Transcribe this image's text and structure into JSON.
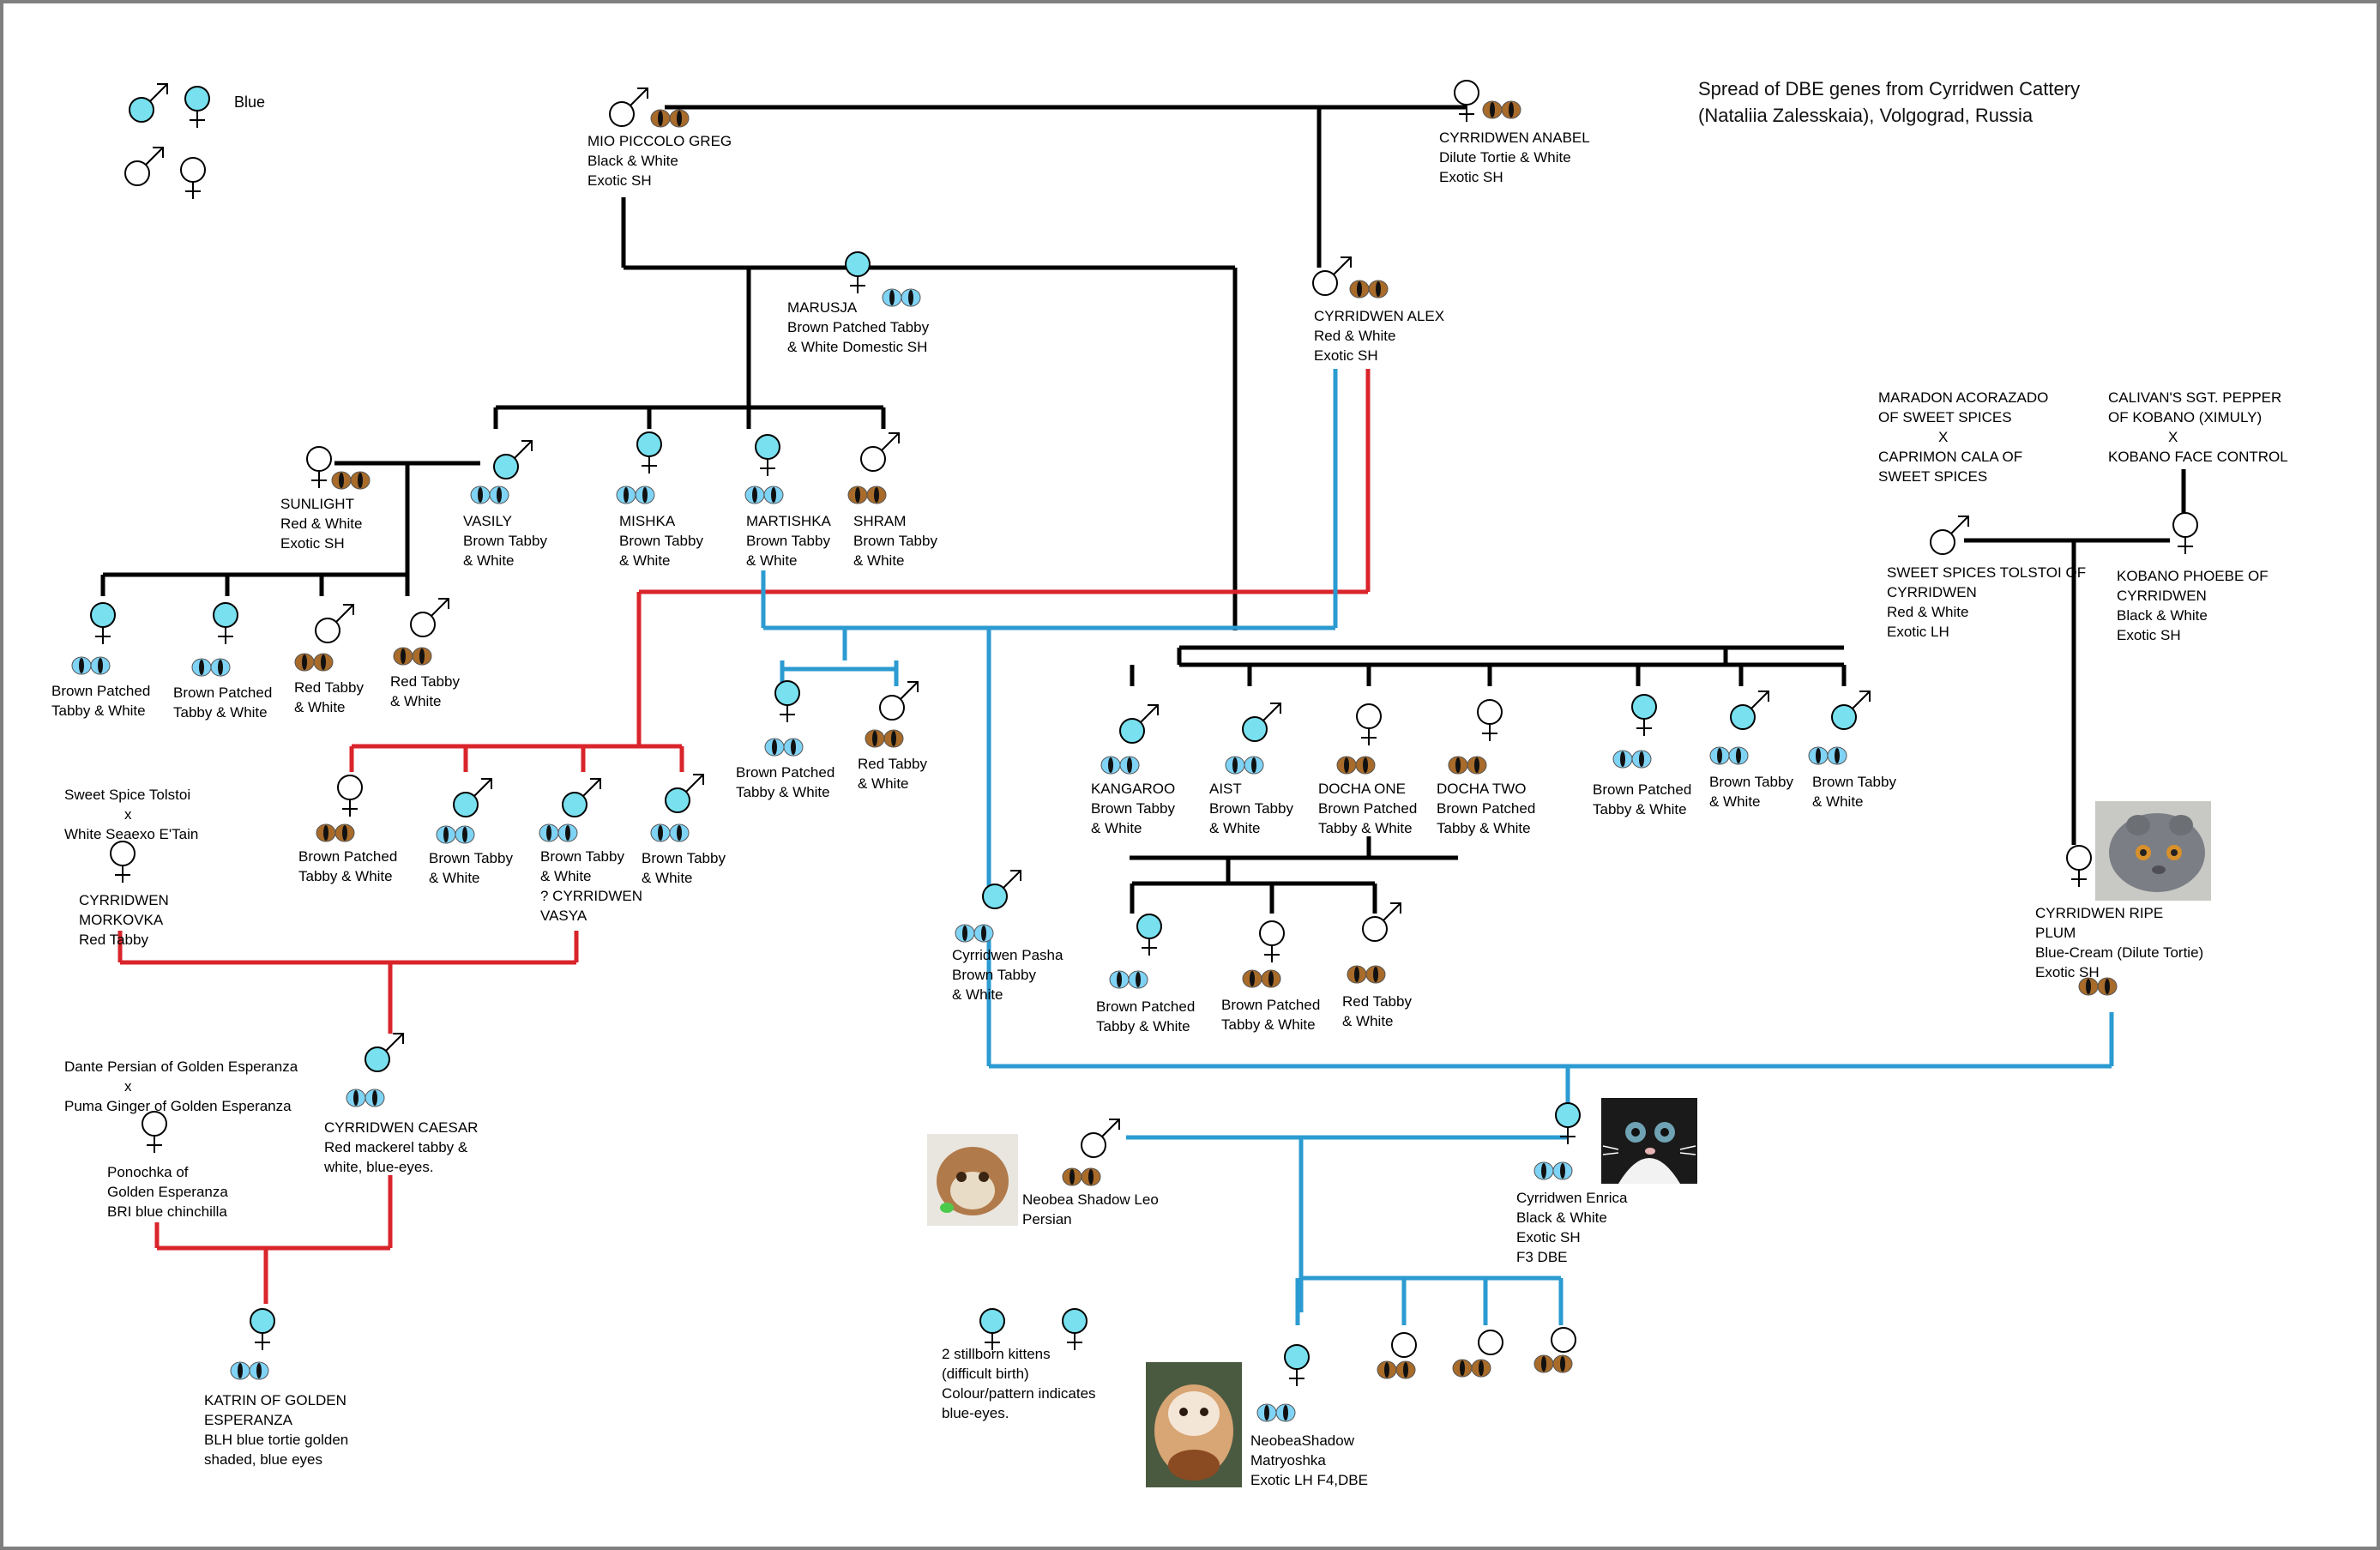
{
  "title": {
    "line1": "Spread of DBE genes from Cyrridwen Cattery",
    "line2": "(Nataliia Zalesskaia), Volgograd, Russia"
  },
  "legend": {
    "blue_label": "Blue"
  },
  "colors": {
    "black_line": "#000000",
    "red_line": "#d9242b",
    "blue_line": "#2b9bd1",
    "blue_eye": "#7fd3f5",
    "amber_eye": "#a86b2a",
    "blue_symbol_fill": "#78e0ee"
  },
  "cats": {
    "mio": [
      "MIO PICCOLO GREG",
      "Black & White",
      "Exotic SH"
    ],
    "anabel": [
      "CYRRIDWEN ANABEL",
      "Dilute Tortie & White",
      "Exotic SH"
    ],
    "marusja": [
      "MARUSJA",
      "Brown Patched Tabby",
      "& White Domestic SH"
    ],
    "alex": [
      "CYRRIDWEN ALEX",
      "Red & White",
      "Exotic SH"
    ],
    "sunlight": [
      "SUNLIGHT",
      "Red & White",
      "Exotic SH"
    ],
    "vasily": [
      "VASILY",
      "Brown Tabby",
      "& White"
    ],
    "mishka": [
      "MISHKA",
      "Brown Tabby",
      "& White"
    ],
    "martishka": [
      "MARTISHKA",
      "Brown Tabby",
      "& White"
    ],
    "shram": [
      "SHRAM",
      "Brown Tabby",
      "& White"
    ],
    "s1": [
      "Brown Patched",
      "Tabby & White"
    ],
    "s2": [
      "Brown Patched",
      "Tabby & White"
    ],
    "s3": [
      "Red Tabby",
      "& White"
    ],
    "s4": [
      "Red Tabby",
      "& White"
    ],
    "mk1": [
      "Brown Patched",
      "Tabby & White"
    ],
    "mk2": [
      "Brown Tabby",
      "& White"
    ],
    "mk3": [
      "Brown Tabby",
      "& White",
      "? CYRRIDWEN",
      "VASYA"
    ],
    "mk4": [
      "Brown Tabby",
      "& White"
    ],
    "mt1": [
      "Brown Patched",
      "Tabby & White"
    ],
    "mt2": [
      "Red Tabby",
      "& White"
    ],
    "kangaroo": [
      "KANGAROO",
      "Brown Tabby",
      "& White"
    ],
    "aist": [
      "AIST",
      "Brown Tabby",
      "& White"
    ],
    "docha1": [
      "DOCHA ONE",
      "Brown Patched",
      "Tabby & White"
    ],
    "docha2": [
      "DOCHA TWO",
      "Brown Patched",
      "Tabby & White"
    ],
    "r1": [
      "Brown Patched",
      "Tabby & White"
    ],
    "r2": [
      "Brown Tabby",
      "& White"
    ],
    "r3": [
      "Brown Tabby",
      "& White"
    ],
    "g1": [
      "Brown Patched",
      "Tabby & White"
    ],
    "g2": [
      "Brown Patched",
      "Tabby & White"
    ],
    "g3": [
      "Red Tabby",
      "& White"
    ],
    "pasha": [
      "Cyrridwen Pasha",
      "Brown Tabby",
      "& White"
    ],
    "maradon": [
      "MARADON ACORAZADO",
      "OF SWEET SPICES",
      "X",
      "CAPRIMON CALA OF",
      "SWEET SPICES"
    ],
    "calivan": [
      "CALIVAN'S SGT. PEPPER",
      "OF KOBANO (XIMULY)",
      "X",
      "KOBANO FACE CONTROL"
    ],
    "tolstoi": [
      "SWEET SPICES TOLSTOI OF",
      "CYRRIDWEN",
      "Red & White",
      "Exotic LH"
    ],
    "phoebe": [
      "KOBANO PHOEBE OF",
      "CYRRIDWEN",
      "Black & White",
      "Exotic SH"
    ],
    "ripe": [
      "CYRRIDWEN RIPE",
      "PLUM",
      "Blue-Cream (Dilute Tortie)",
      "Exotic SH"
    ],
    "morkovka_parents": [
      "Sweet Spice Tolstoi",
      "x",
      "White Seaexo E'Tain"
    ],
    "morkovka": [
      "CYRRIDWEN",
      "MORKOVKA",
      "Red Tabby"
    ],
    "caesar": [
      "CYRRIDWEN CAESAR",
      "Red mackerel tabby &",
      "white, blue-eyes."
    ],
    "dante": [
      "Dante Persian of Golden Esperanza",
      "x",
      "Puma Ginger of Golden Esperanza"
    ],
    "ponochka": [
      "Ponochka of",
      "Golden Esperanza",
      "BRI blue chinchilla"
    ],
    "katrin": [
      "KATRIN OF GOLDEN",
      "ESPERANZA",
      "BLH blue tortie golden",
      "shaded, blue eyes"
    ],
    "leo": [
      "Neobea Shadow Leo",
      "Persian"
    ],
    "enrica": [
      "Cyrridwen Enrica",
      "Black & White",
      "Exotic SH",
      "F3 DBE"
    ],
    "stillborn": [
      "2 stillborn kittens",
      "(difficult birth)",
      "Colour/pattern indicates",
      "blue-eyes."
    ],
    "matryoshka": [
      "NeobeaShadow",
      "Matryoshka",
      "Exotic LH F4,DBE"
    ]
  }
}
